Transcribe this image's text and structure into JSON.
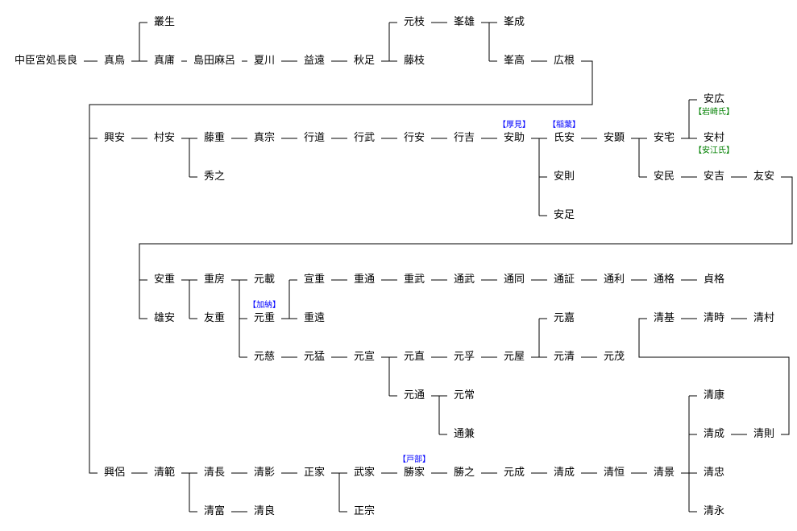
{
  "colors": {
    "line": "#000000",
    "text": "#000000",
    "family_note": "#0000ff",
    "clan_note": "#008000"
  },
  "nodes": {
    "a1": {
      "name": "中臣宮処長良"
    },
    "a2": {
      "name": "真鳥"
    },
    "a3": {
      "name": "叢生"
    },
    "a4": {
      "name": "真庯"
    },
    "a5": {
      "name": "島田麻呂"
    },
    "a6": {
      "name": "夏川"
    },
    "a7": {
      "name": "益遠"
    },
    "a8": {
      "name": "秋足"
    },
    "a9": {
      "name": "元枝"
    },
    "a10": {
      "name": "藤枝"
    },
    "a11": {
      "name": "峯雄"
    },
    "a12": {
      "name": "峯成"
    },
    "a13": {
      "name": "峯高"
    },
    "a14": {
      "name": "広根"
    },
    "b1": {
      "name": "興安"
    },
    "b2": {
      "name": "村安"
    },
    "b3": {
      "name": "藤重"
    },
    "b4": {
      "name": "秀之"
    },
    "b5": {
      "name": "真宗"
    },
    "b6": {
      "name": "行道"
    },
    "b7": {
      "name": "行武"
    },
    "b8": {
      "name": "行安"
    },
    "b9": {
      "name": "行吉"
    },
    "b10": {
      "name": "安助",
      "note": "【厚見】"
    },
    "b11": {
      "name": "氏安",
      "note": "【稲葉】"
    },
    "b12": {
      "name": "安則"
    },
    "b13": {
      "name": "安足"
    },
    "b14": {
      "name": "安顕"
    },
    "b15": {
      "name": "安宅"
    },
    "b16": {
      "name": "安広",
      "note": "【岩崎氏】"
    },
    "b17": {
      "name": "安村",
      "note": "【安江氏】"
    },
    "b18": {
      "name": "安民"
    },
    "b19": {
      "name": "安吉"
    },
    "b20": {
      "name": "友安"
    },
    "c1": {
      "name": "安重"
    },
    "c2": {
      "name": "雄安"
    },
    "c3": {
      "name": "重房"
    },
    "c4": {
      "name": "友重"
    },
    "c5": {
      "name": "元載"
    },
    "c6": {
      "name": "元重",
      "note": "【加納】"
    },
    "c7": {
      "name": "元慈"
    },
    "c8": {
      "name": "宣重"
    },
    "c9": {
      "name": "重遠"
    },
    "c10": {
      "name": "重通"
    },
    "c11": {
      "name": "重武"
    },
    "c12": {
      "name": "通武"
    },
    "c13": {
      "name": "通同"
    },
    "c14": {
      "name": "通証"
    },
    "c15": {
      "name": "通利"
    },
    "c16": {
      "name": "通格"
    },
    "c17": {
      "name": "貞格"
    },
    "c18": {
      "name": "元猛"
    },
    "c19": {
      "name": "元宣"
    },
    "c20": {
      "name": "元直"
    },
    "c21": {
      "name": "元孚"
    },
    "c22": {
      "name": "元屋"
    },
    "c23": {
      "name": "元嘉"
    },
    "c24": {
      "name": "元清"
    },
    "c25": {
      "name": "元茂"
    },
    "c26": {
      "name": "元通"
    },
    "c27": {
      "name": "元常"
    },
    "c28": {
      "name": "通兼"
    },
    "c29": {
      "name": "清基"
    },
    "c30": {
      "name": "清時"
    },
    "c31": {
      "name": "清村"
    },
    "d1": {
      "name": "興侶"
    },
    "d2": {
      "name": "清範"
    },
    "d3": {
      "name": "清長"
    },
    "d4": {
      "name": "清富"
    },
    "d5": {
      "name": "清良"
    },
    "d6": {
      "name": "清影"
    },
    "d7": {
      "name": "正家"
    },
    "d8": {
      "name": "武家"
    },
    "d9": {
      "name": "正宗"
    },
    "d10": {
      "name": "勝家",
      "note": "【戸部】"
    },
    "d11": {
      "name": "勝之"
    },
    "d12": {
      "name": "元成"
    },
    "d13": {
      "name": "清成"
    },
    "d14": {
      "name": "清恒"
    },
    "d15": {
      "name": "清景"
    },
    "d16": {
      "name": "清康"
    },
    "d17": {
      "name": "清成"
    },
    "d18": {
      "name": "清則"
    },
    "d19": {
      "name": "清忠"
    },
    "d20": {
      "name": "清永"
    }
  }
}
